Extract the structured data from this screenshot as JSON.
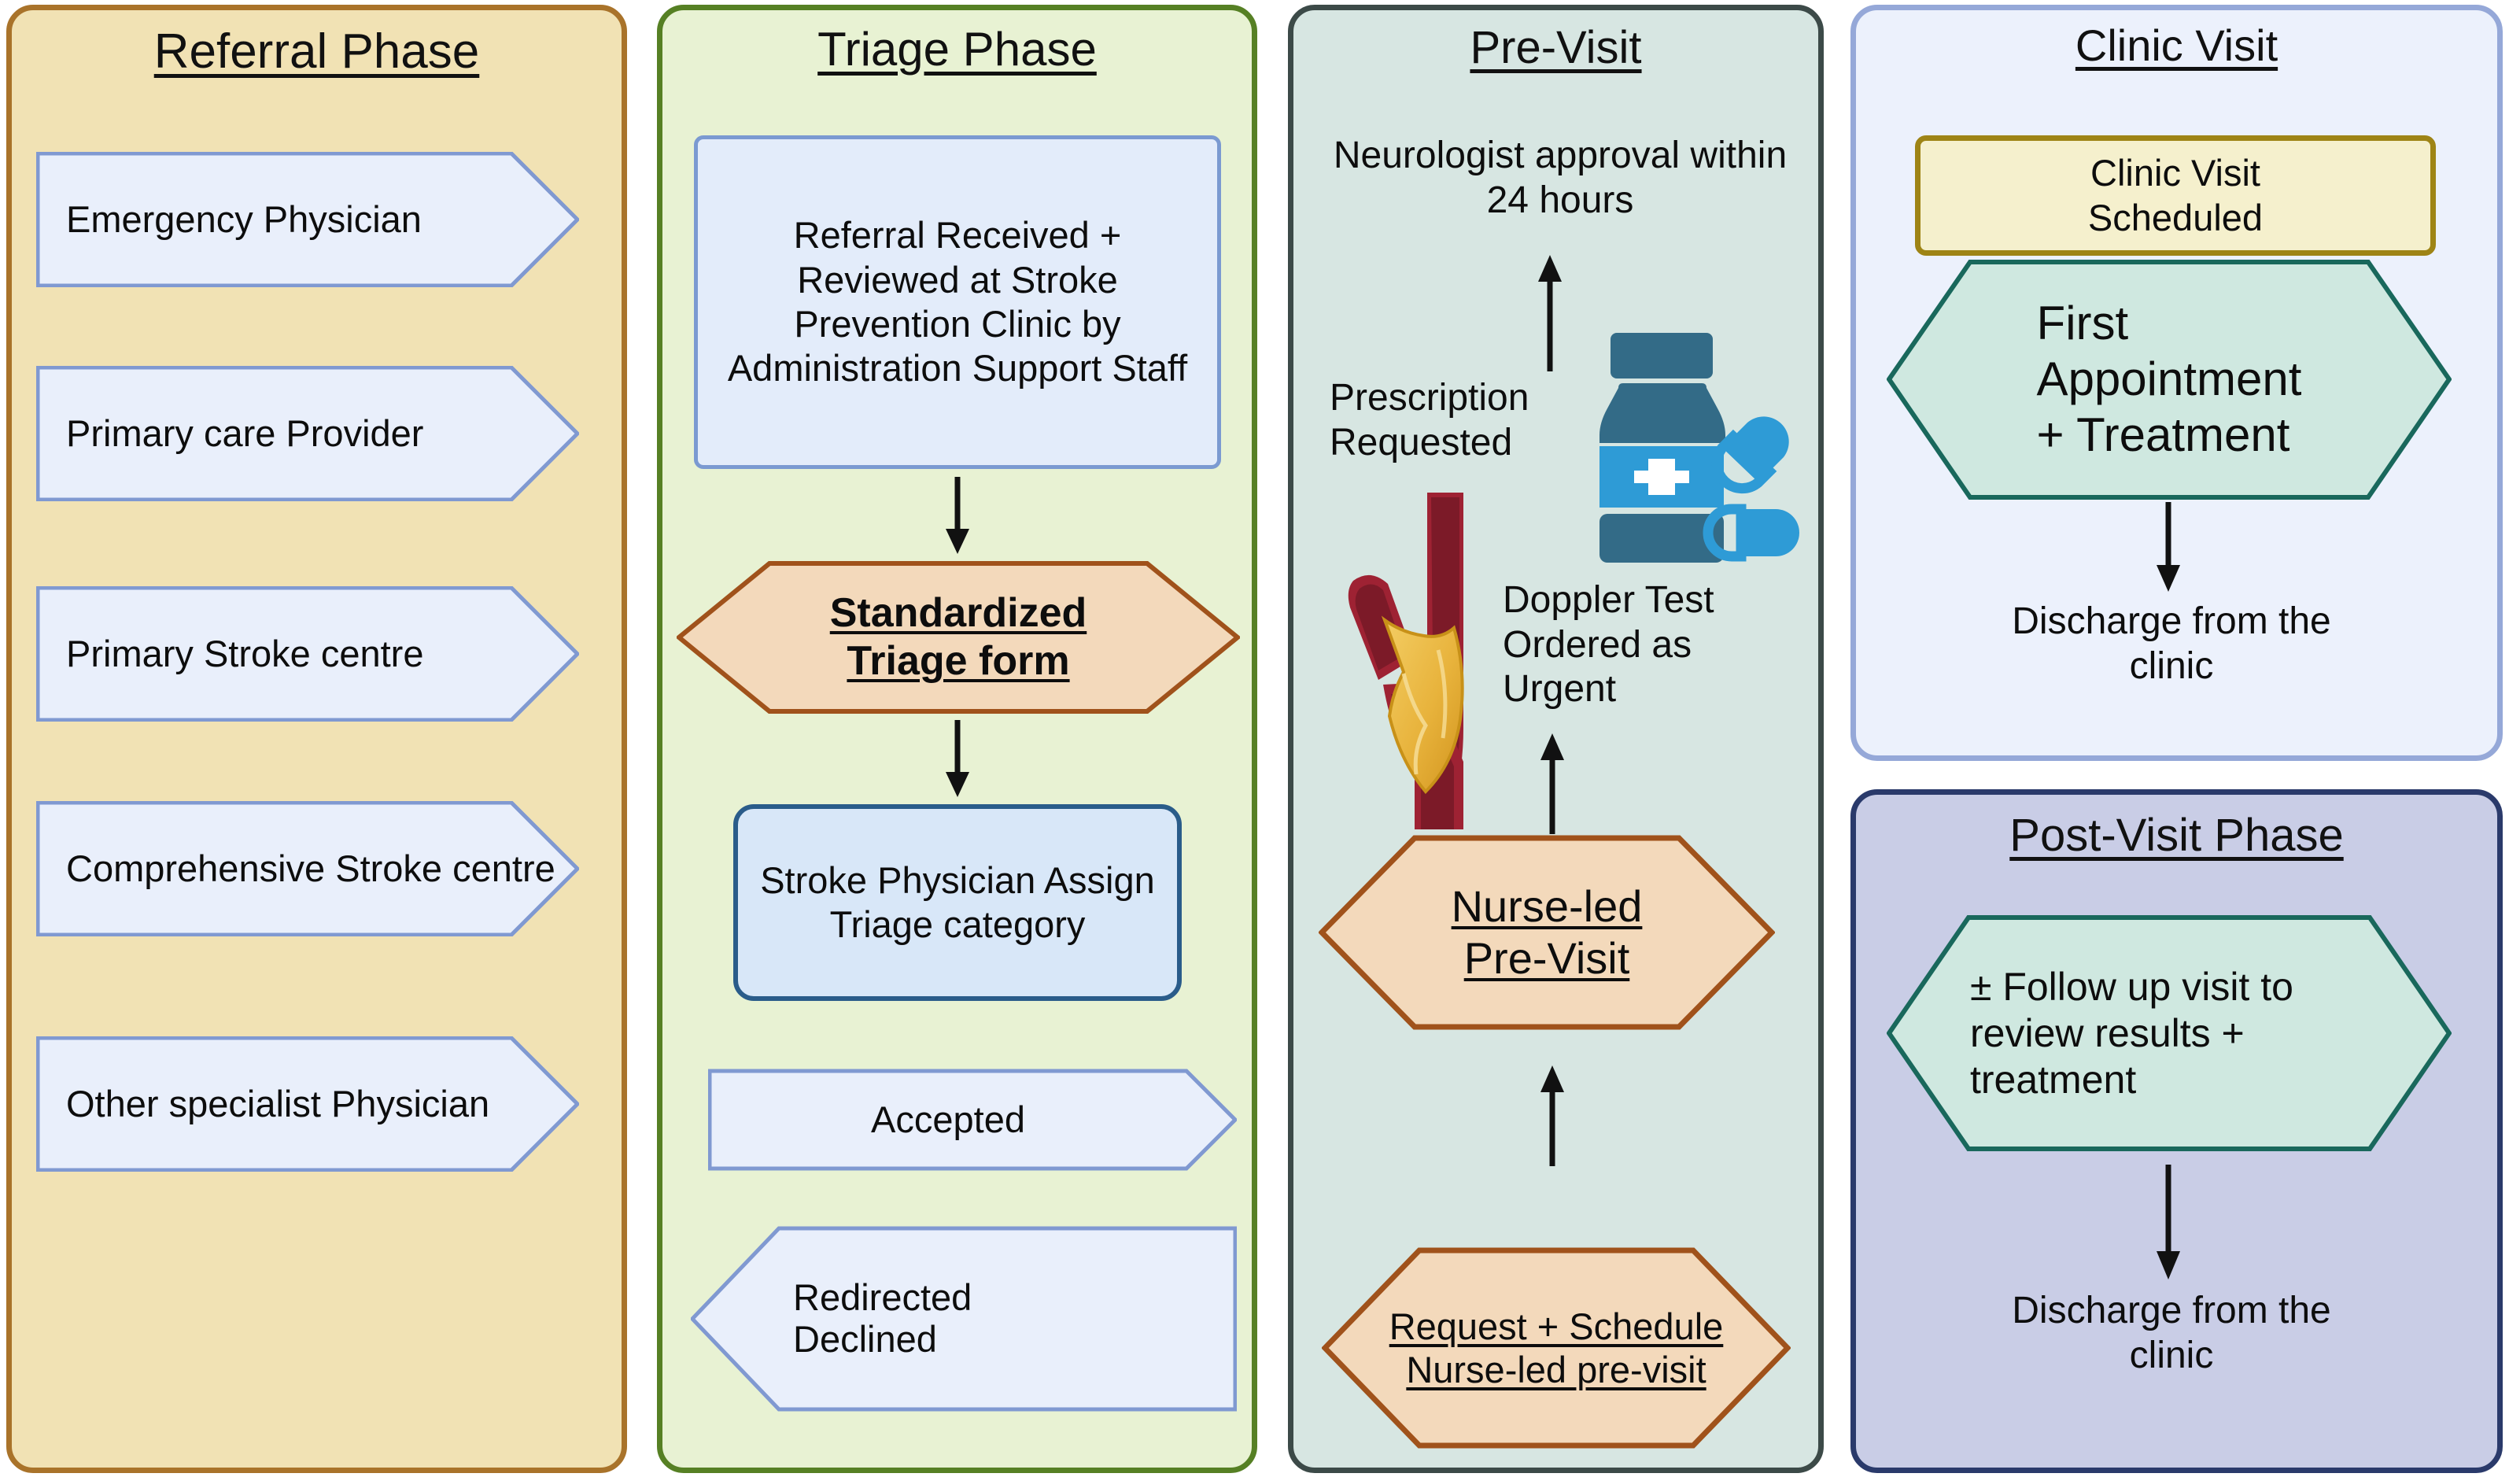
{
  "figure": {
    "type": "flowchart",
    "subject": "Stroke Prevention Clinic patient pathway"
  },
  "phases": {
    "referral": {
      "title": "Referral Phase",
      "panel_color": "#f1e2b4",
      "border_color": "#a9732a",
      "items": [
        {
          "label": "Emergency Physician"
        },
        {
          "label": "Primary care Provider"
        },
        {
          "label": "Primary Stroke centre"
        },
        {
          "label": "Comprehensive Stroke centre"
        },
        {
          "label": "Other specialist Physician"
        }
      ]
    },
    "triage": {
      "title": "Triage Phase",
      "panel_color": "#e8f2d3",
      "border_color": "#568024",
      "step_received": "Referral Received + Reviewed at Stroke Prevention Clinic by Administration Support Staff",
      "step_form": {
        "line1": "Standardized",
        "line2": "Triage form"
      },
      "step_assign": "Stroke Physician Assign Triage category",
      "outcome_accepted": "Accepted",
      "outcome_declined": {
        "line1": "Redirected",
        "line2": "Declined"
      }
    },
    "previsit": {
      "title": "Pre-Visit",
      "panel_color": "#d7e6e2",
      "border_color": "#3c4a48",
      "approval_note": "Neurologist approval within 24 hours",
      "prescription_note": {
        "line1": "Prescription",
        "line2": "Requested"
      },
      "doppler_note": {
        "line1": "Doppler Test",
        "line2": "Ordered as",
        "line3": "Urgent"
      },
      "nurse_visit": {
        "line1": "Nurse-led ",
        "line2": "Pre-Visit"
      },
      "request_schedule": {
        "line1": "Request + Schedule ",
        "line2": "Nurse-led pre-visit"
      },
      "icons": [
        "pill-bottle-icon",
        "capsule-pill-icon",
        "carotid-artery-plaque-icon"
      ]
    },
    "clinic": {
      "title": "Clinic Visit",
      "panel_color": "#ecf1fc",
      "border_color": "#95a8d8",
      "scheduled": {
        "line1": "Clinic Visit",
        "line2": "Scheduled",
        "fill": "#f5f0cd",
        "stroke": "#9e8415"
      },
      "appointment": {
        "line1": "First",
        "line2": "Appointment",
        "line3": "+ Treatment",
        "fill": "#cfe8e0",
        "stroke": "#19685c"
      },
      "discharge": {
        "line1": "Discharge from the",
        "line2": "clinic"
      }
    },
    "postvisit": {
      "title": "Post-Visit Phase",
      "panel_color": "#c9cde6",
      "border_color": "#2a3a6b",
      "followup": {
        "line1": "± Follow up visit to",
        "line2": "review results +",
        "line3": "treatment",
        "fill": "#cfe8e0",
        "stroke": "#19685c"
      },
      "discharge": {
        "line1": "Discharge from the",
        "line2": "clinic"
      }
    }
  },
  "shape_colors": {
    "chevron_fill": "#e9effb",
    "chevron_stroke": "#8099d1",
    "process_fill": "#e3ecfa",
    "process_stroke": "#7b9ad1",
    "process_strong_stroke": "#2a5c8a",
    "hexagon_tan_fill": "#f3d9bb",
    "hexagon_tan_stroke": "#a0521b",
    "arrow_color": "#111111",
    "artery_wall": "#9e2233",
    "artery_lumen": "#7c1a28",
    "plaque": "#e8b33c",
    "bottle_dark": "#336b87",
    "bottle_light": "#2e9bd6"
  }
}
